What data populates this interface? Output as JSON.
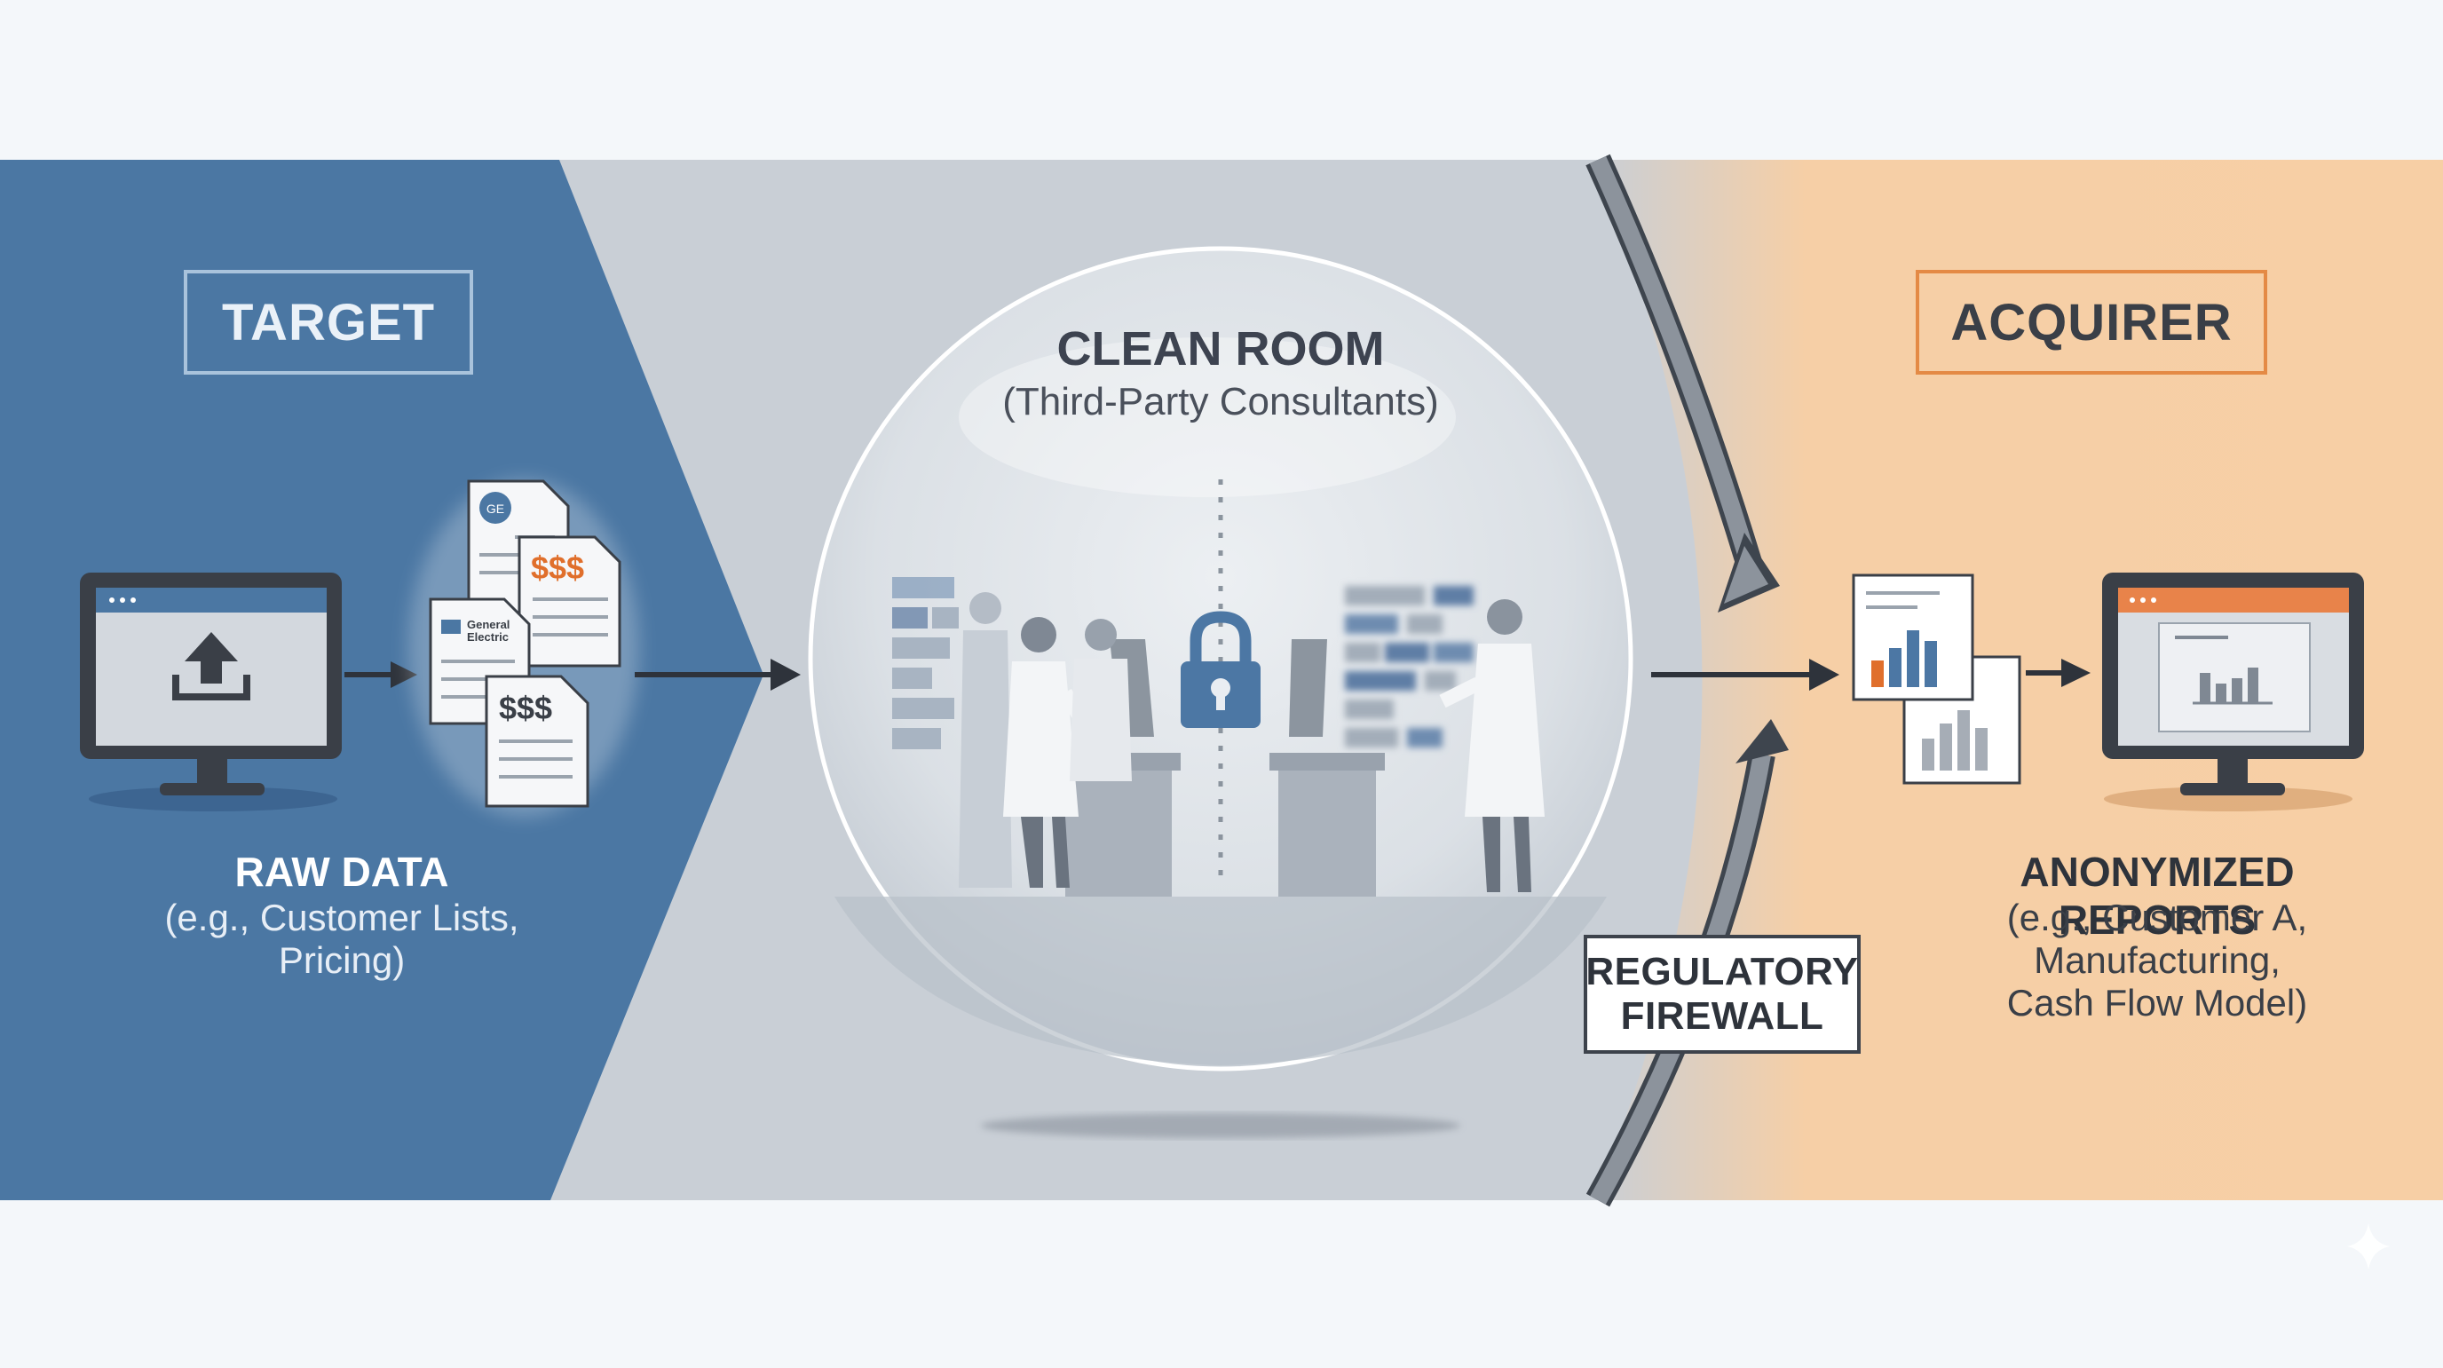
{
  "target": {
    "label": "TARGET",
    "raw_title": "RAW DATA",
    "raw_lines": [
      "(e.g., Customer Lists,",
      "Pricing)"
    ],
    "doc_text_money": "$$$",
    "doc_text_logo": "General Electric"
  },
  "clean_room": {
    "title": "CLEAN ROOM",
    "subtitle": "(Third-Party Consultants)"
  },
  "firewall": {
    "lines": [
      "REGULATORY",
      "FIREWALL"
    ]
  },
  "acquirer": {
    "label": "ACQUIRER",
    "reports_title": "ANONYMIZED REPORTS",
    "reports_lines": [
      "(e.g., Customer A,",
      "Manufacturing,",
      "Cash Flow Model)"
    ]
  },
  "colors": {
    "target_blue": "#4b77a3",
    "clean_gray": "#c9cfd6",
    "acquirer_peach": "#f6cfa6",
    "accent_orange": "#e06f2c",
    "lock_blue": "#4c77a4"
  },
  "icons": [
    "upload-monitor-icon",
    "document-stack-icon",
    "lock-icon",
    "scientist-icon",
    "report-chart-icon",
    "dashboard-monitor-icon"
  ]
}
